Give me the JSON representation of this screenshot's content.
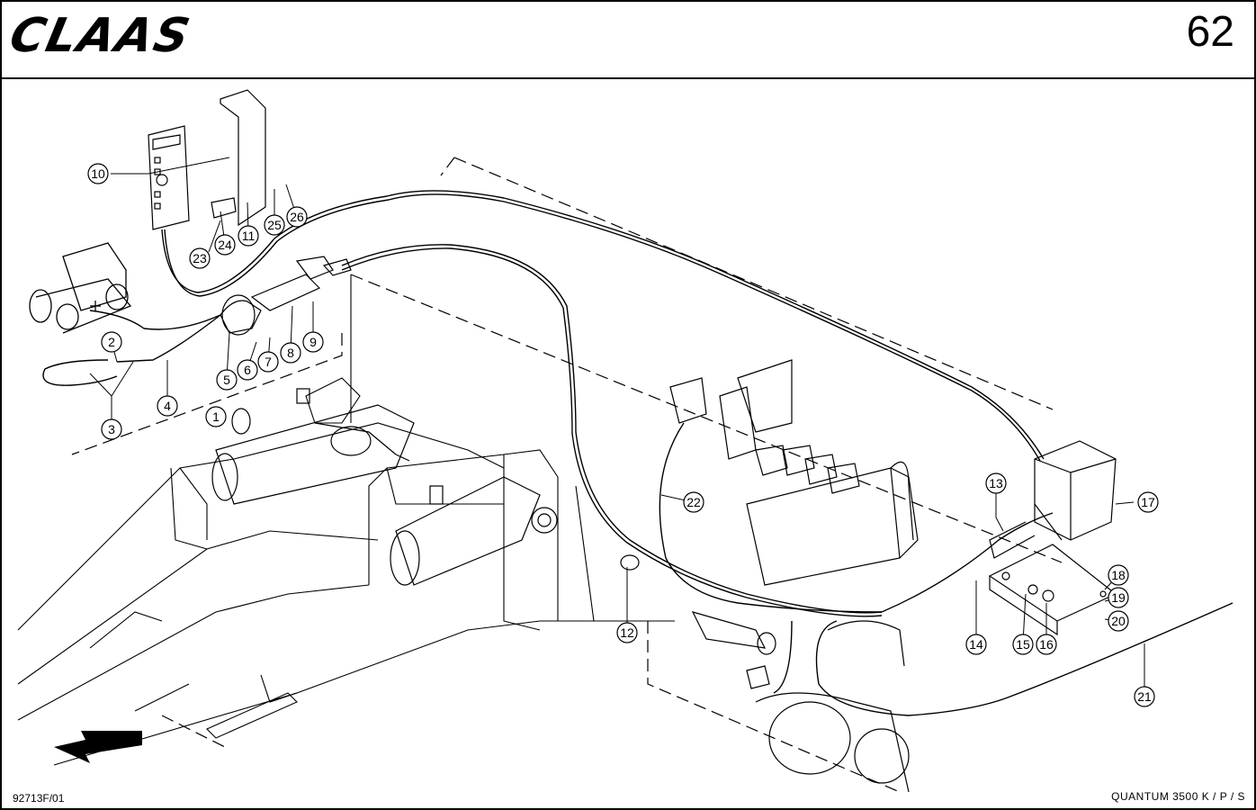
{
  "header": {
    "brand": "CLAAS",
    "page_number": "62"
  },
  "footer": {
    "drawing_id": "92713F/01",
    "model": "QUANTUM  3500 K / P / S"
  },
  "callouts": [
    {
      "label": "1"
    },
    {
      "label": "2"
    },
    {
      "label": "3"
    },
    {
      "label": "4"
    },
    {
      "label": "5"
    },
    {
      "label": "6"
    },
    {
      "label": "7"
    },
    {
      "label": "8"
    },
    {
      "label": "9"
    },
    {
      "label": "10"
    },
    {
      "label": "11"
    },
    {
      "label": "12"
    },
    {
      "label": "13"
    },
    {
      "label": "14"
    },
    {
      "label": "15"
    },
    {
      "label": "16"
    },
    {
      "label": "17"
    },
    {
      "label": "18"
    },
    {
      "label": "19"
    },
    {
      "label": "20"
    },
    {
      "label": "21"
    },
    {
      "label": "22"
    },
    {
      "label": "23"
    },
    {
      "label": "24"
    },
    {
      "label": "25"
    },
    {
      "label": "26"
    }
  ]
}
